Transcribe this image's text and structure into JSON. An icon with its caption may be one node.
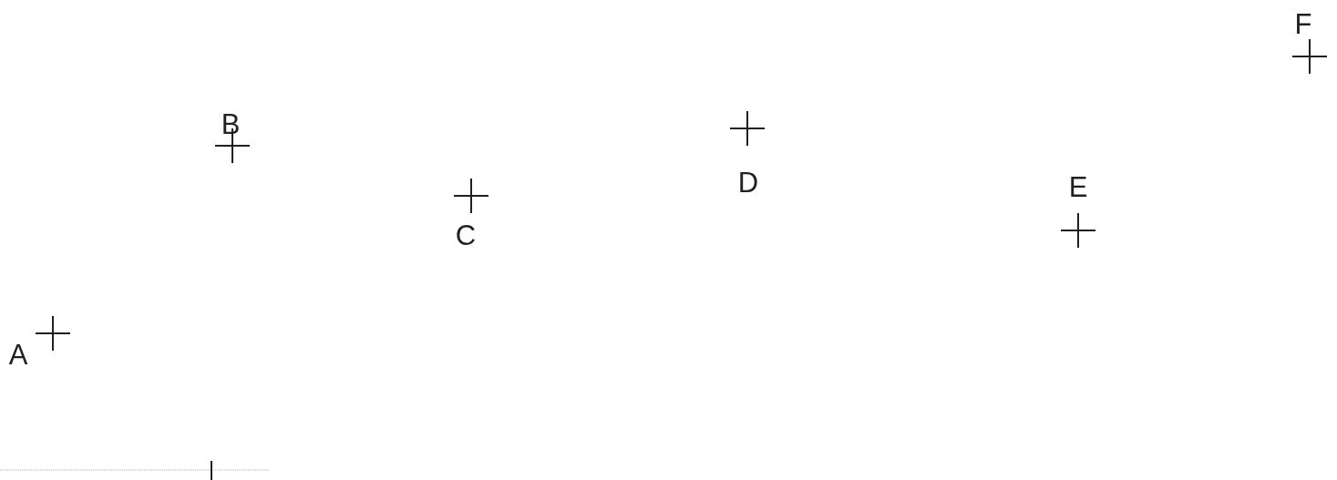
{
  "diagram": {
    "labels": [
      "F",
      "B",
      "D",
      "E",
      "C",
      "A"
    ]
  }
}
